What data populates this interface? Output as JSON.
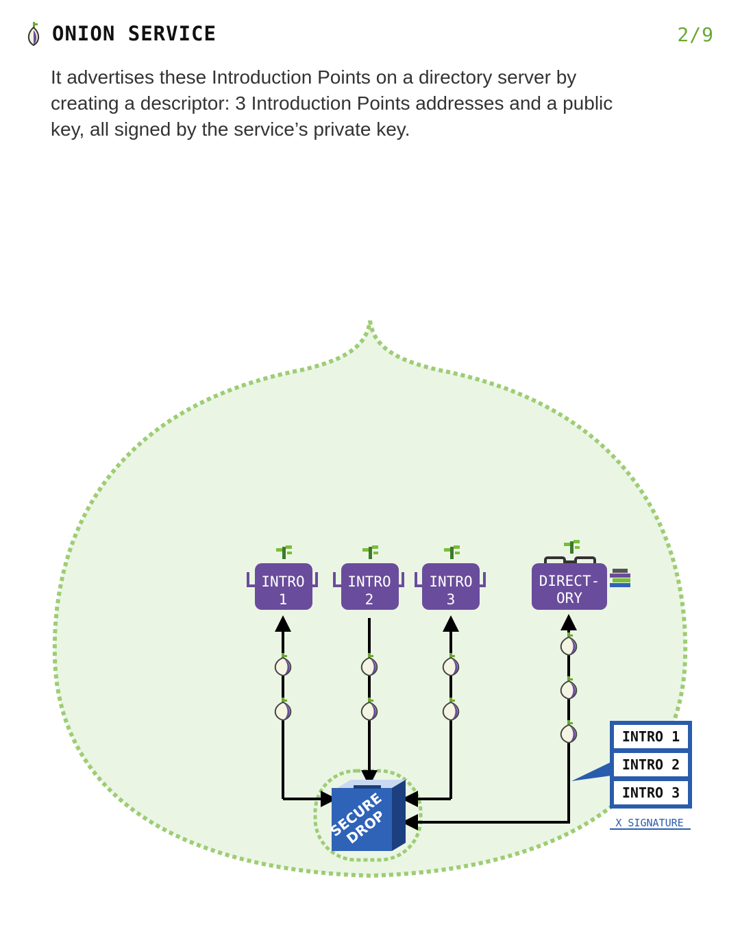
{
  "header": {
    "title": "ONION SERVICE",
    "page_counter": "2/9"
  },
  "description": "It advertises these Introduction Points on a directory server by creating a descriptor: 3 Introduction Points addresses and a public key, all signed by the service’s private key.",
  "diagram": {
    "nodes": {
      "intro1": {
        "line1": "INTRO",
        "line2": "1"
      },
      "intro2": {
        "line1": "INTRO",
        "line2": "2"
      },
      "intro3": {
        "line1": "INTRO",
        "line2": "3"
      },
      "directory": {
        "line1": "DIRECT-",
        "line2": "ORY"
      }
    },
    "service": {
      "line1": "SECURE",
      "line2": "DROP"
    },
    "descriptor": {
      "entries": [
        "INTRO 1",
        "INTRO 2",
        "INTRO 3"
      ],
      "signature": "X SIGNATURE"
    }
  },
  "colors": {
    "accent_green": "#6aa832",
    "onion_fill": "#ebf5e4",
    "onion_border": "#9dcd74",
    "node_purple": "#6a4c9c",
    "service_blue": "#2f63b7",
    "descriptor_blue": "#2a5cad"
  },
  "icons": [
    "tor-onion-icon",
    "sprout-icon",
    "relay-onion-icon",
    "arrow-head-icon"
  ]
}
